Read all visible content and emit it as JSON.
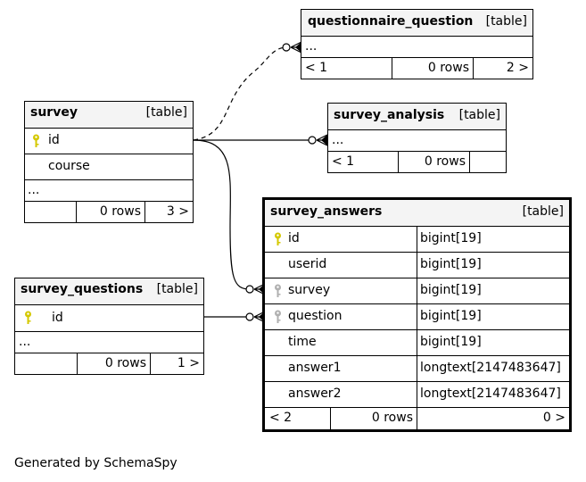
{
  "tables": {
    "questionnaire_question": {
      "name": "questionnaire_question",
      "tag": "[table]",
      "ellipsis": "...",
      "footer": {
        "parents": "< 1",
        "rows": "0 rows",
        "children": "2 >"
      }
    },
    "survey": {
      "name": "survey",
      "tag": "[table]",
      "columns": [
        {
          "name": "id",
          "icon": "primary-key-icon"
        },
        {
          "name": "course"
        }
      ],
      "ellipsis": "...",
      "footer": {
        "parents": "",
        "rows": "0 rows",
        "children": "3 >"
      }
    },
    "survey_analysis": {
      "name": "survey_analysis",
      "tag": "[table]",
      "ellipsis": "...",
      "footer": {
        "parents": "< 1",
        "rows": "0 rows",
        "children": ""
      }
    },
    "survey_answers": {
      "name": "survey_answers",
      "tag": "[table]",
      "columns": [
        {
          "name": "id",
          "type": "bigint[19]",
          "icon": "primary-key-icon"
        },
        {
          "name": "userid",
          "type": "bigint[19]"
        },
        {
          "name": "survey",
          "type": "bigint[19]",
          "icon": "foreign-key-icon"
        },
        {
          "name": "question",
          "type": "bigint[19]",
          "icon": "foreign-key-icon"
        },
        {
          "name": "time",
          "type": "bigint[19]"
        },
        {
          "name": "answer1",
          "type": "longtext[2147483647]"
        },
        {
          "name": "answer2",
          "type": "longtext[2147483647]"
        }
      ],
      "footer": {
        "parents": "< 2",
        "rows": "0 rows",
        "children": "0 >"
      }
    },
    "survey_questions": {
      "name": "survey_questions",
      "tag": "[table]",
      "columns": [
        {
          "name": "id",
          "icon": "primary-key-icon"
        }
      ],
      "ellipsis": "...",
      "footer": {
        "parents": "",
        "rows": "0 rows",
        "children": "1 >"
      }
    }
  },
  "colors": {
    "primary_key": "#d4c800",
    "foreign_key": "#b0b0b0",
    "header_bg": "#f4f4f4"
  },
  "footer_text": "Generated by SchemaSpy"
}
